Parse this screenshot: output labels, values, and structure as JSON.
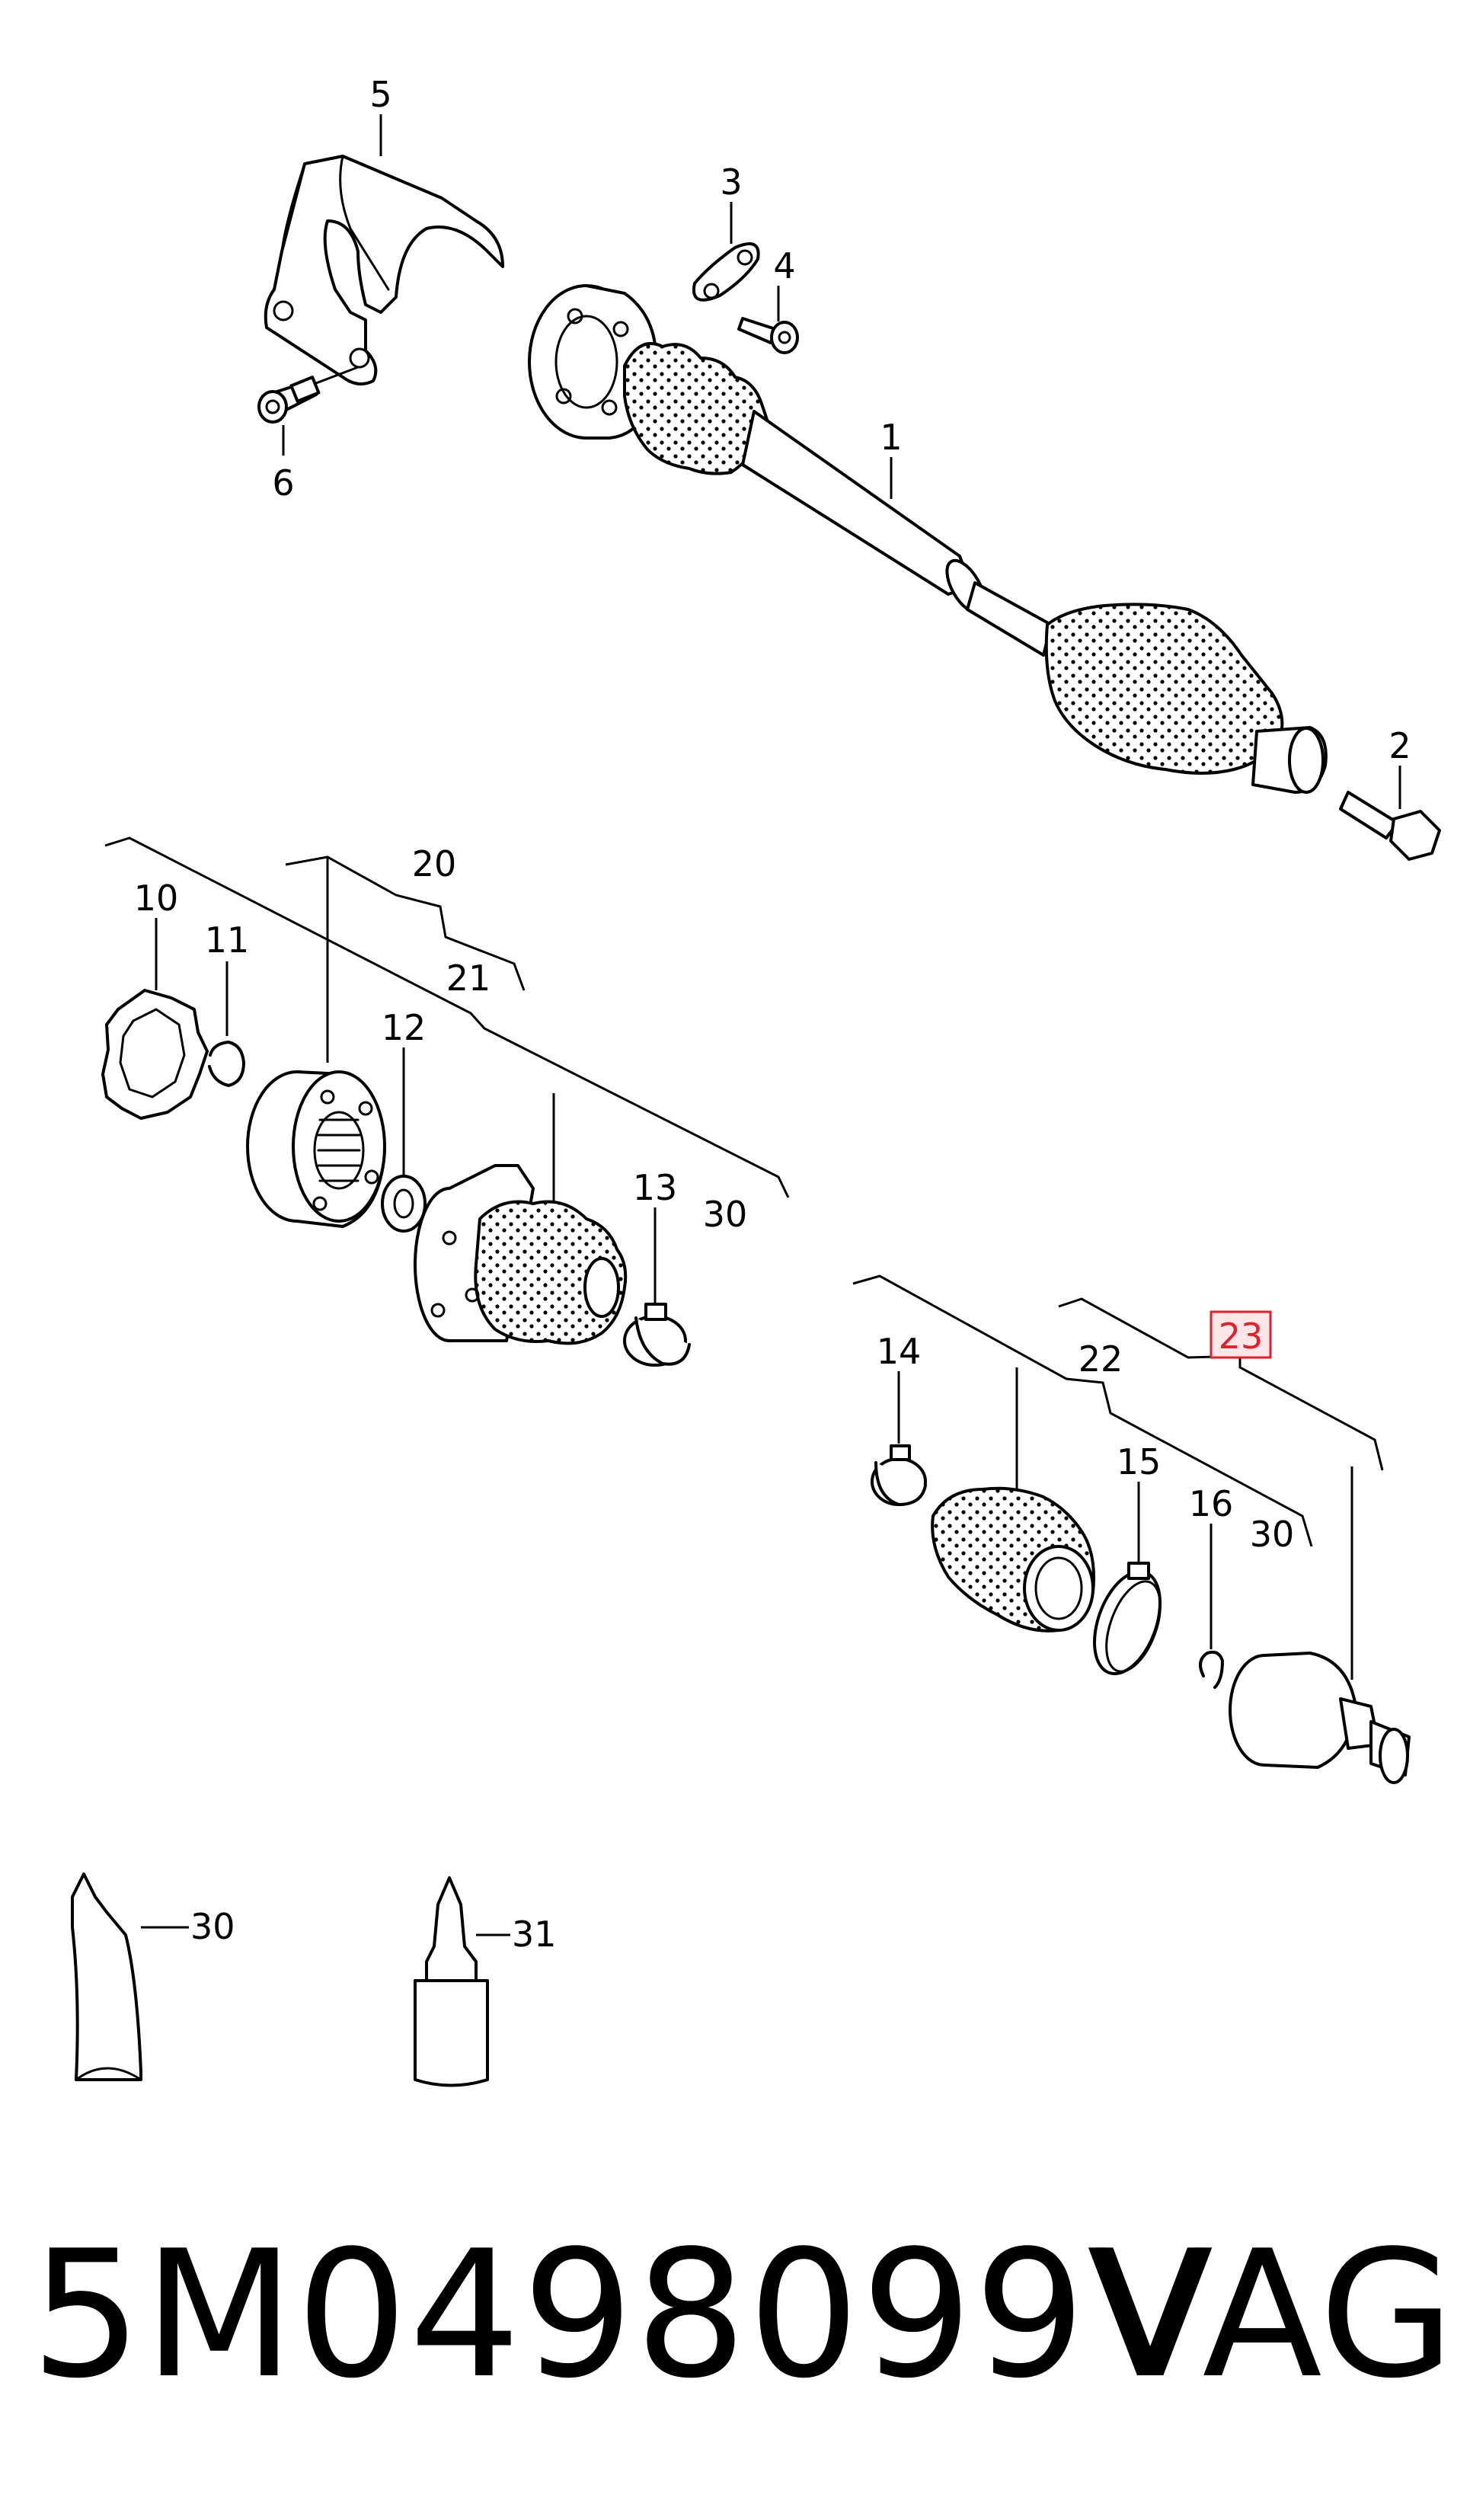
{
  "callouts": {
    "c1": "1",
    "c2": "2",
    "c3": "3",
    "c4": "4",
    "c5": "5",
    "c6": "6",
    "c10": "10",
    "c11": "11",
    "c12": "12",
    "c13": "13",
    "c14": "14",
    "c15": "15",
    "c16": "16",
    "c20": "20",
    "c21": "21",
    "c22": "22",
    "c23": "23",
    "c30a": "30",
    "c30b": "30",
    "c30c": "30",
    "c31": "31"
  },
  "highlight_color": "#e0202c",
  "footer": {
    "part_number": "5M0498099V",
    "brand": "VAG"
  }
}
